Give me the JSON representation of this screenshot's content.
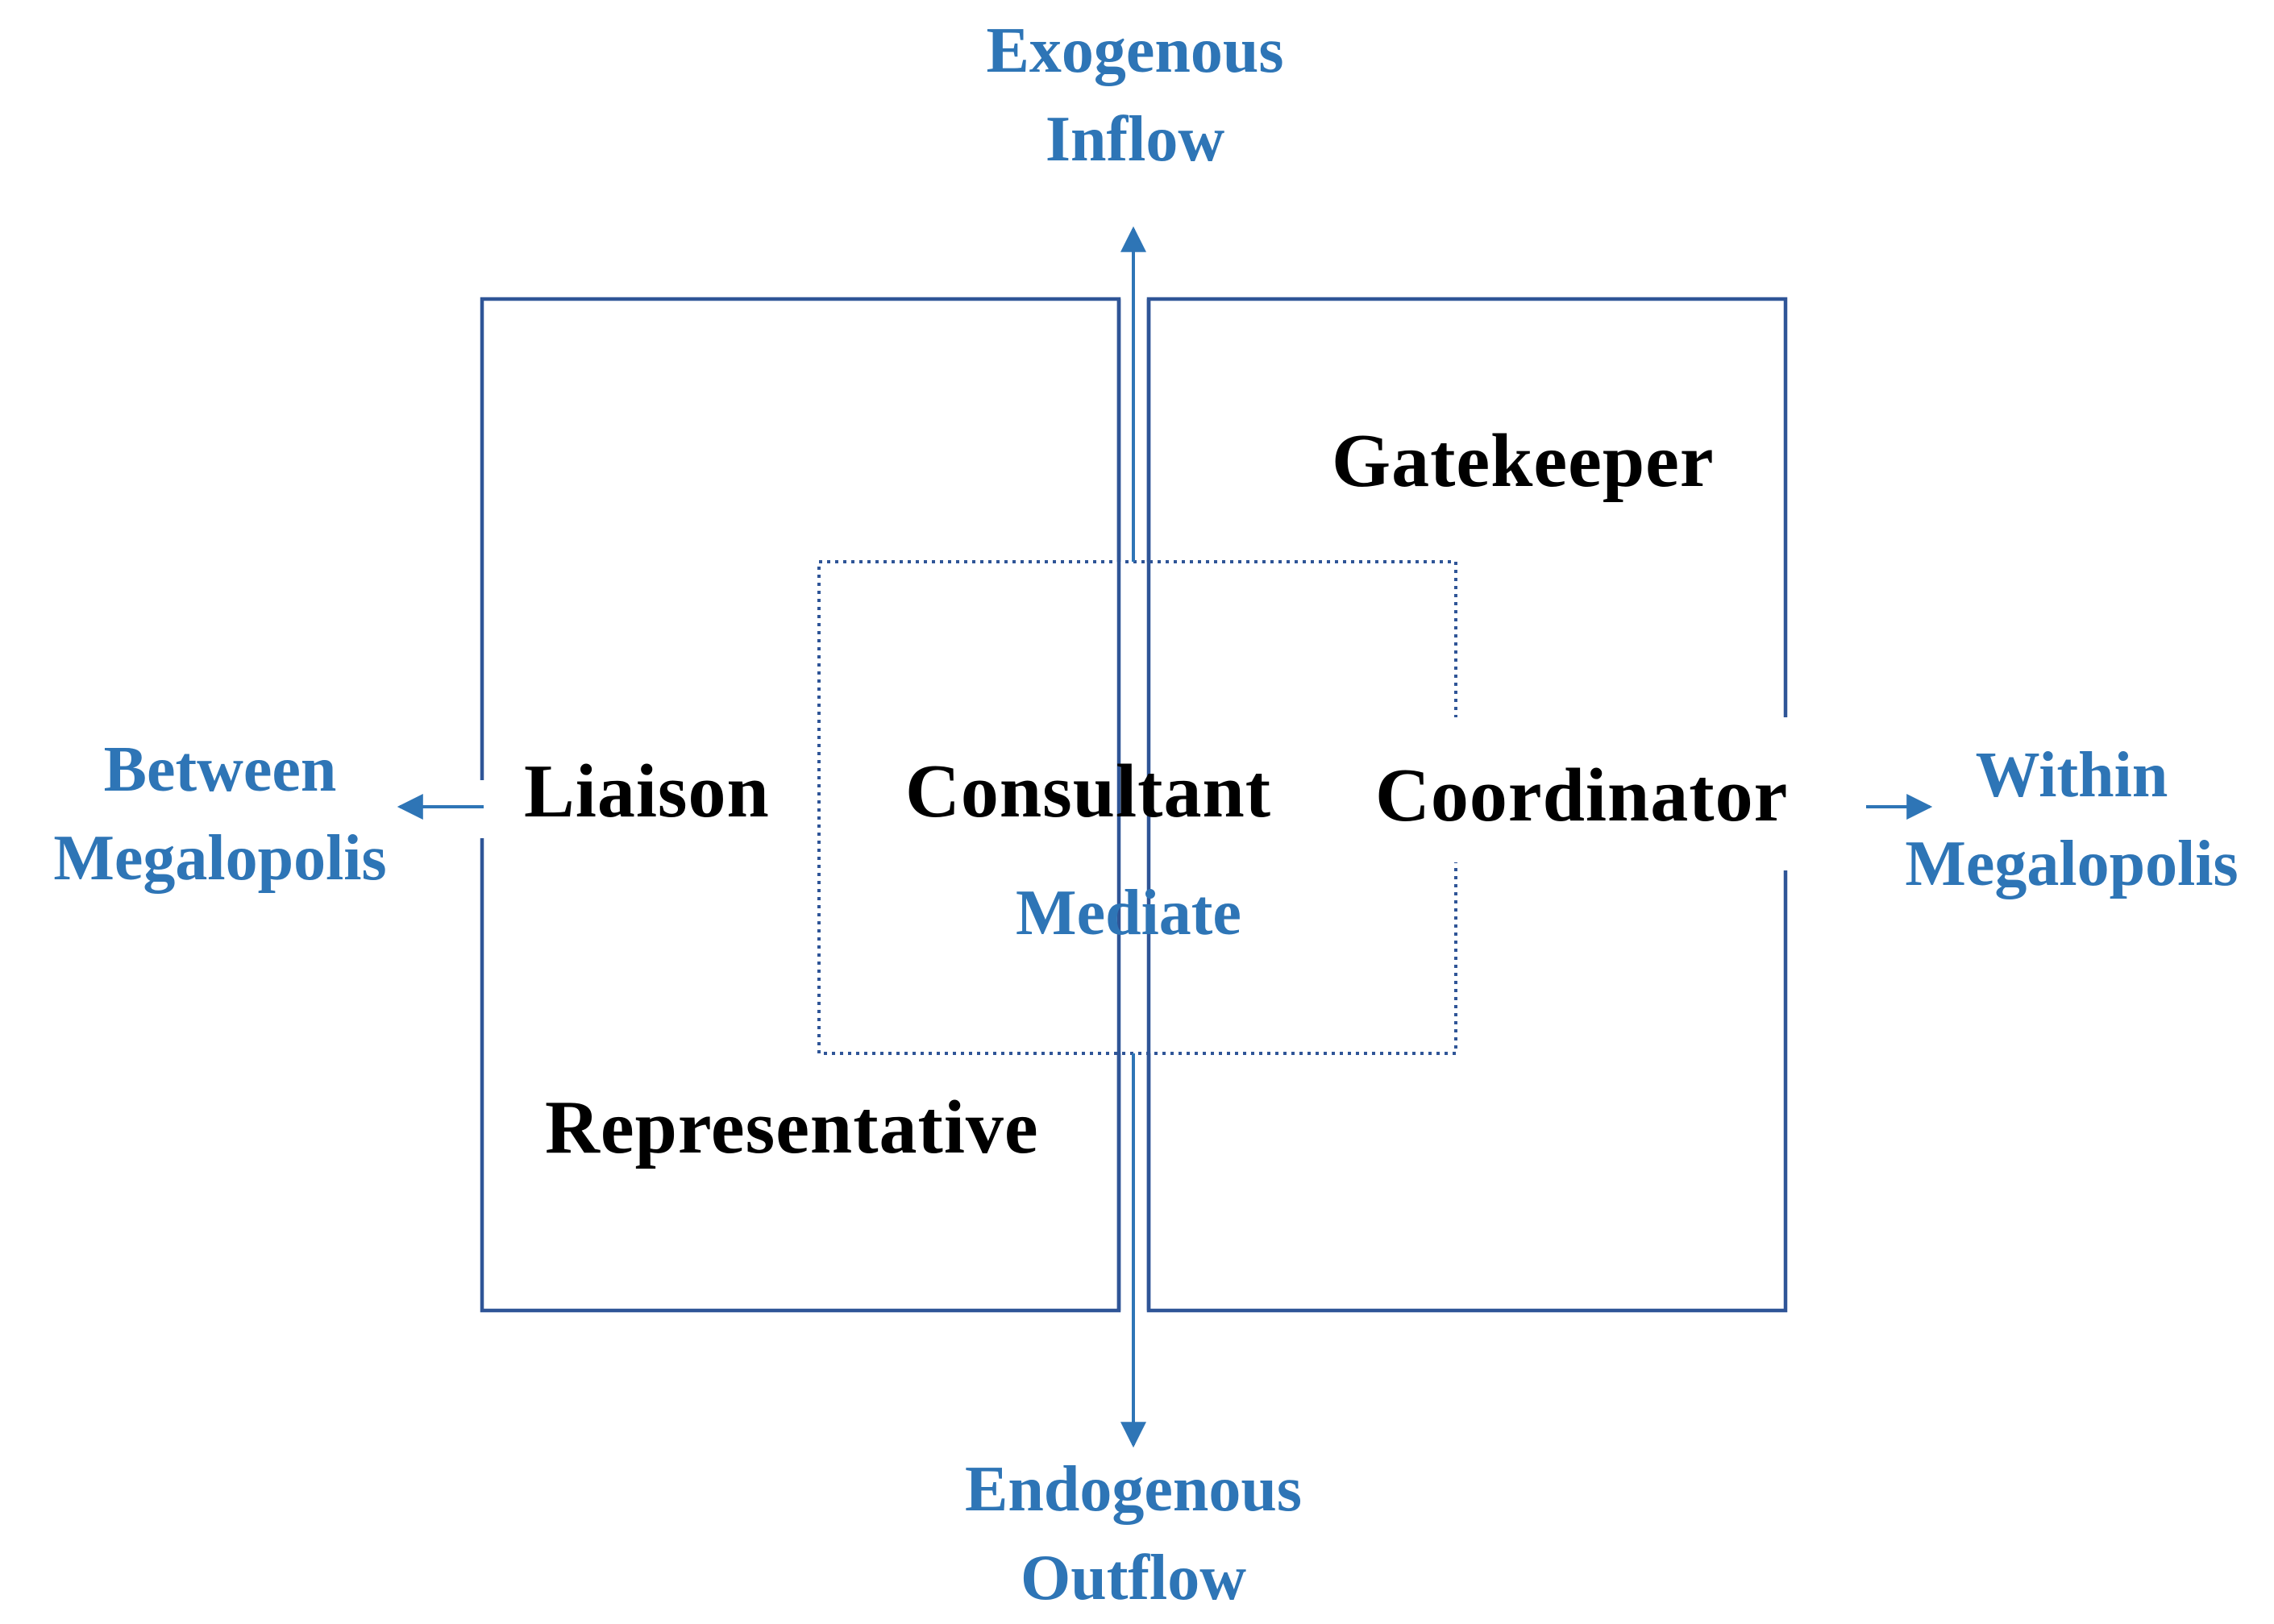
{
  "roles": {
    "gatekeeper": "Gatekeeper",
    "liaison": "Liaison",
    "consultant": "Consultant",
    "coordinator": "Coordinator",
    "representative": "Representative"
  },
  "center_note": "Mediate",
  "flows": {
    "top": {
      "line1": "Exogenous",
      "line2": "Inflow"
    },
    "bottom": {
      "line1": "Endogenous",
      "line2": "Outflow"
    },
    "left": {
      "line1": "Between",
      "line2": "Megalopolis"
    },
    "right": {
      "line1": "Within",
      "line2": "Megalopolis"
    }
  },
  "colors": {
    "frame": "#2f5597",
    "flow_text": "#2e75b6",
    "role_text": "#000000"
  }
}
